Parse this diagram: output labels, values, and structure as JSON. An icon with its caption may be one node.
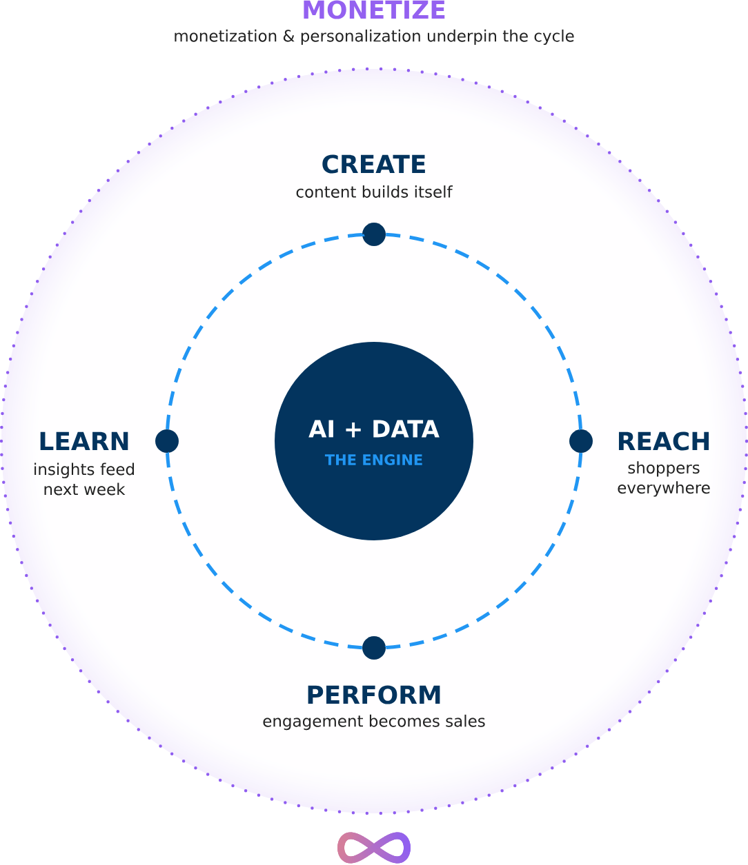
{
  "diagram": {
    "nodes": [
      {
        "text": [
          "MONETIZE",
          "monetization & personalization underpin the cycle"
        ]
      },
      {
        "text": [
          "AI + DATA",
          "THE ENGINE"
        ],
        "in": 0
      },
      {
        "text": [],
        "shape": "circle",
        "in": 0,
        "beside": [
          "CREATE",
          "content builds itself"
        ]
      },
      {
        "text": [],
        "shape": "circle",
        "in": 0,
        "beside": [
          "LEARN",
          "insights feed next week"
        ]
      },
      {
        "text": [],
        "shape": "circle",
        "in": 0,
        "beside": [
          "REACH",
          "shoppers everywhere"
        ]
      },
      {
        "text": [],
        "shape": "circle",
        "in": 0,
        "beside": [
          "PERFORM",
          "engagement becomes sales"
        ]
      }
    ],
    "edges": [
      {
        "from": 2,
        "to": 4,
        "arrow": "none",
        "style": "dashed"
      },
      {
        "from": 4,
        "to": 5,
        "arrow": "none",
        "style": "dashed"
      },
      {
        "from": 5,
        "to": 3,
        "arrow": "none",
        "style": "dashed"
      },
      {
        "from": 3,
        "to": 2,
        "arrow": "none",
        "style": "dashed"
      }
    ]
  }
}
